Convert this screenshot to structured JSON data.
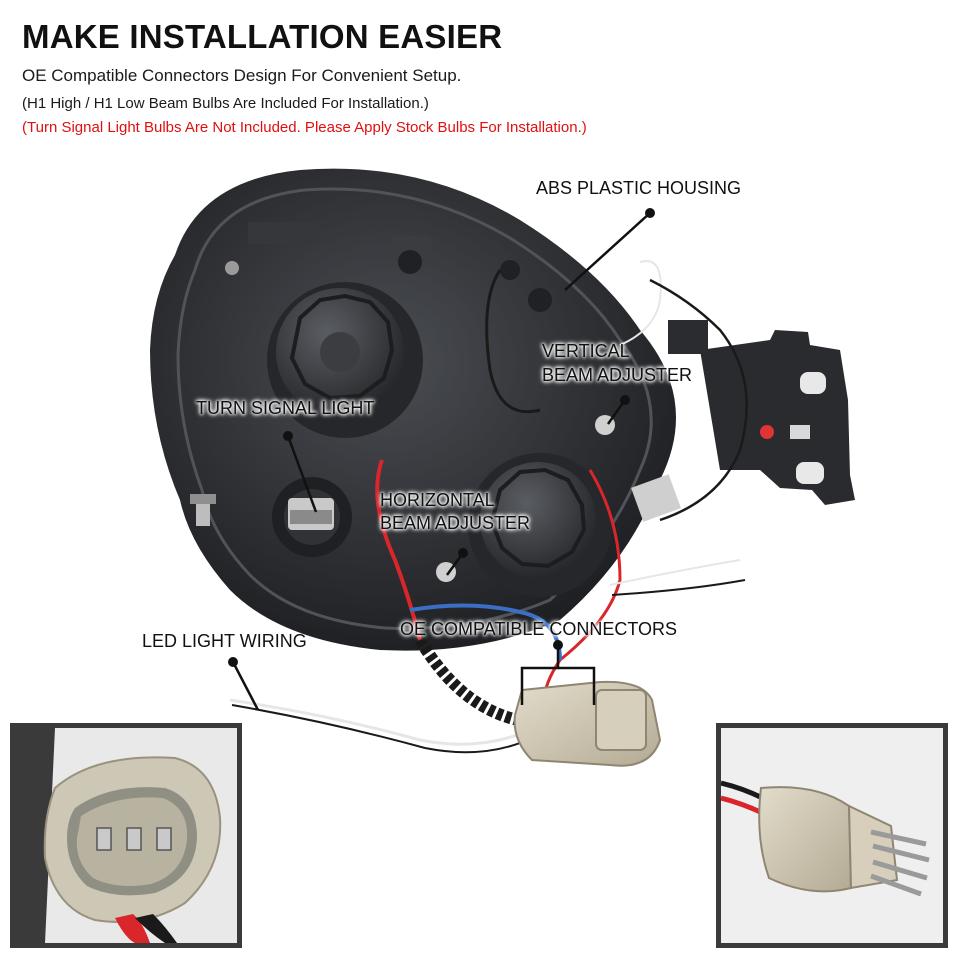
{
  "header": {
    "title": "MAKE INSTALLATION EASIER",
    "line1": "OE Compatible Connectors Design For Convenient Setup.",
    "line2": "(H1 High / H1 Low Beam Bulbs Are Included For Installation.)",
    "line3": "(Turn Signal Light Bulbs Are Not Included. Please Apply Stock Bulbs For Installation.)"
  },
  "callouts": {
    "abs_housing": "ABS PLASTIC HOUSING",
    "vertical_adjuster_1": "VERTICAL",
    "vertical_adjuster_2": "BEAM ADJUSTER",
    "turn_signal": "TURN SIGNAL LIGHT",
    "horizontal_adjuster_1": "HORIZONTAL",
    "horizontal_adjuster_2": "BEAM ADJUSTER",
    "oe_connectors": "OE COMPATIBLE CONNECTORS",
    "led_wiring": "LED LIGHT WIRING"
  },
  "colors": {
    "warning_text": "#e01010",
    "housing": "#2b2d30",
    "wire_red": "#d8262b",
    "wire_blue": "#3a6fc4",
    "connector_beige": "#cfc7b2"
  }
}
